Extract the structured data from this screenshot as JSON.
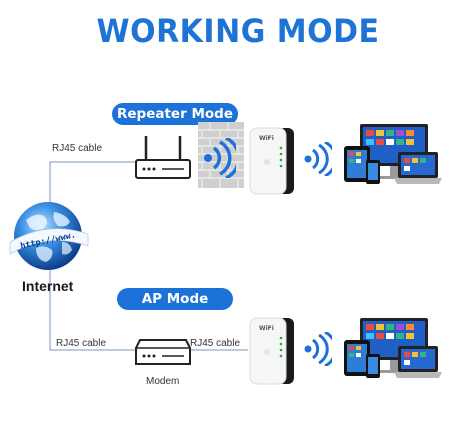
{
  "title": "WORKING MODE",
  "modes": {
    "repeater": {
      "label": "Repeater Mode",
      "cable_label": "RJ45 cable"
    },
    "ap": {
      "label": "AP Mode",
      "cable_label_left": "RJ45 cable",
      "cable_label_right": "RJ45 cable",
      "modem_label": "Modem"
    }
  },
  "internet": {
    "label": "Internet",
    "url_text": "http://www."
  },
  "device_badge": "WiFi",
  "colors": {
    "accent": "#1d72d9",
    "title": "#1e74d6",
    "line": "#6f8fb5"
  }
}
